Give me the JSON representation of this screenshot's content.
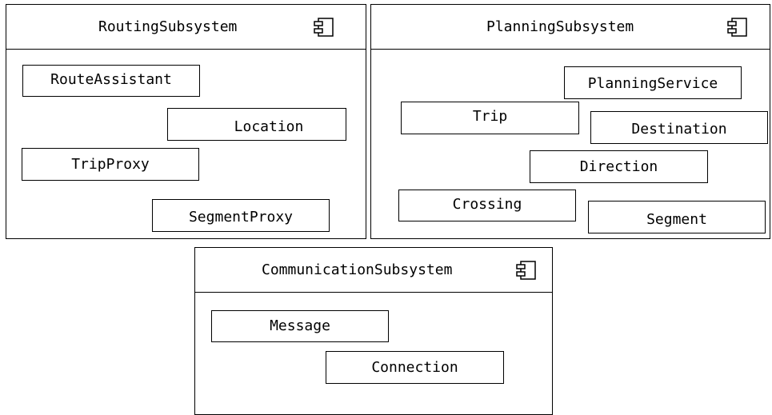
{
  "subsystems": {
    "routing": {
      "title": "RoutingSubsystem",
      "classes": [
        "RouteAssistant",
        "Location",
        "TripProxy",
        "SegmentProxy"
      ]
    },
    "planning": {
      "title": "PlanningSubsystem",
      "classes": [
        "PlanningService",
        "Trip",
        "Destination",
        "Direction",
        "Crossing",
        "Segment"
      ]
    },
    "communication": {
      "title": "CommunicationSubsystem",
      "classes": [
        "Message",
        "Connection"
      ]
    }
  },
  "icon": "uml-component-icon"
}
